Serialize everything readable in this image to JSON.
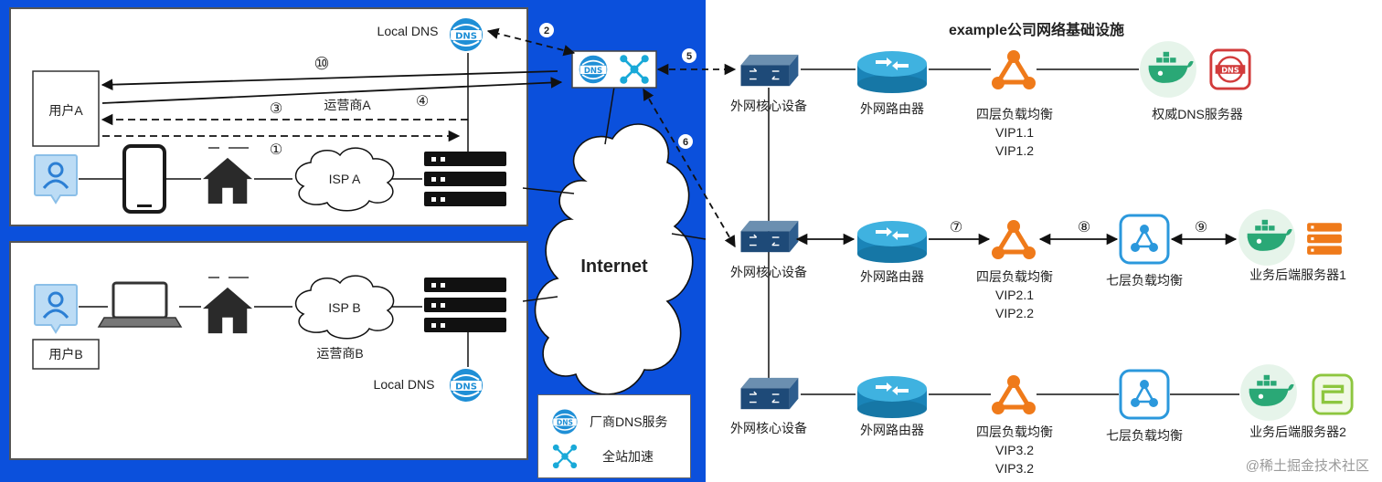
{
  "title": "example公司网络基础设施",
  "local_dns": "Local DNS",
  "dns_badge": "DNS",
  "internet": "Internet",
  "user_a": "用户A",
  "user_b": "用户B",
  "carrier_a": "运营商A",
  "carrier_b": "运营商B",
  "isp_a": "ISP A",
  "isp_b": "ISP B",
  "steps": {
    "s1": "①",
    "s2": "2",
    "s3": "③",
    "s4": "④",
    "s5": "5",
    "s6": "6",
    "s7": "⑦",
    "s8": "⑧",
    "s9": "⑨",
    "s10": "⑩"
  },
  "rows": [
    {
      "core": "外网核心设备",
      "router": "外网路由器",
      "l4": "四层负载均衡",
      "vip1": "VIP1.1",
      "vip2": "VIP1.2",
      "end": "权威DNS服务器"
    },
    {
      "core": "外网核心设备",
      "router": "外网路由器",
      "l4": "四层负载均衡",
      "vip1": "VIP2.1",
      "vip2": "VIP2.2",
      "l7": "七层负载均衡",
      "end": "业务后端服务器1"
    },
    {
      "core": "外网核心设备",
      "router": "外网路由器",
      "l4": "四层负载均衡",
      "vip1": "VIP3.2",
      "vip2": "VIP3.2",
      "l7": "七层负载均衡",
      "end": "业务后端服务器2"
    }
  ],
  "legend": {
    "dns": "厂商DNS服务",
    "accel": "全站加速"
  },
  "watermark": "@稀土掘金技术社区",
  "colors": {
    "bg_blue": "#0b50dc",
    "dns_blue": "#1f8fd6",
    "cyan": "#19a9d8",
    "orange": "#ef7a1a",
    "docker_green": "#2aa876",
    "red": "#d23b3b"
  }
}
